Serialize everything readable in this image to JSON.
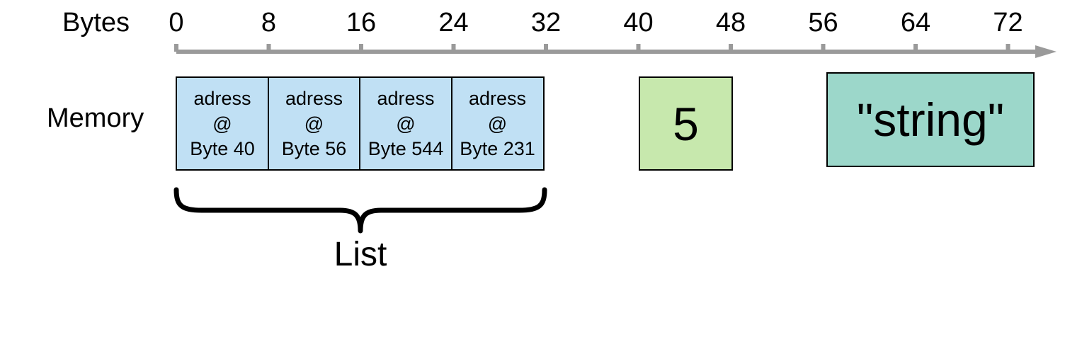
{
  "diagram": {
    "axis_label": "Bytes",
    "row_label": "Memory",
    "ticks": [
      "0",
      "8",
      "16",
      "24",
      "32",
      "40",
      "48",
      "56",
      "64",
      "72"
    ],
    "list": {
      "label": "List",
      "cells": [
        {
          "line1": "adress",
          "line2": "@",
          "line3": "Byte 40"
        },
        {
          "line1": "adress",
          "line2": "@",
          "line3": "Byte 56"
        },
        {
          "line1": "adress",
          "line2": "@",
          "line3": "Byte 544"
        },
        {
          "line1": "adress",
          "line2": "@",
          "line3": "Byte 231"
        }
      ]
    },
    "int_value": "5",
    "string_value": "\"string\"",
    "colors": {
      "axis": "#9a9a9a",
      "list_cell": "#c0e0f4",
      "int_cell": "#c7e8ad",
      "string_cell": "#9cd7ca"
    }
  }
}
